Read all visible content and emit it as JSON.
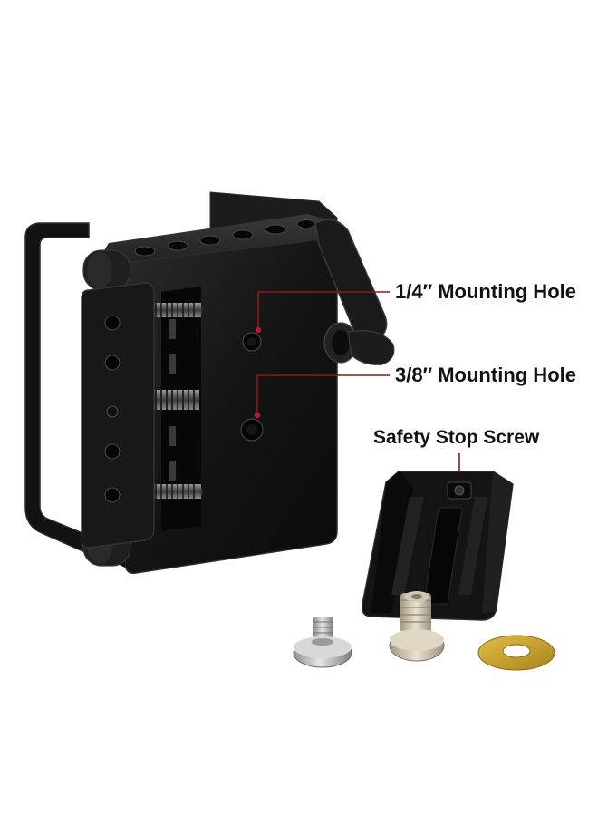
{
  "image": {
    "subject": "clamp-mount-with-quick-release-plate"
  },
  "callouts": {
    "quarter_hole": "1/4″ Mounting Hole",
    "threeeighths_hole": "3/8″ Mounting Hole",
    "safety_screw": "Safety Stop Screw"
  },
  "colors": {
    "metal": "#161616",
    "metal_edge": "#2e2e2e",
    "leader_line": "#8b1a1a",
    "spring": "#6a6a6a",
    "screw_silver": "#c8c8c8",
    "washer_gold": "#c9a227",
    "label_text": "#111111"
  }
}
